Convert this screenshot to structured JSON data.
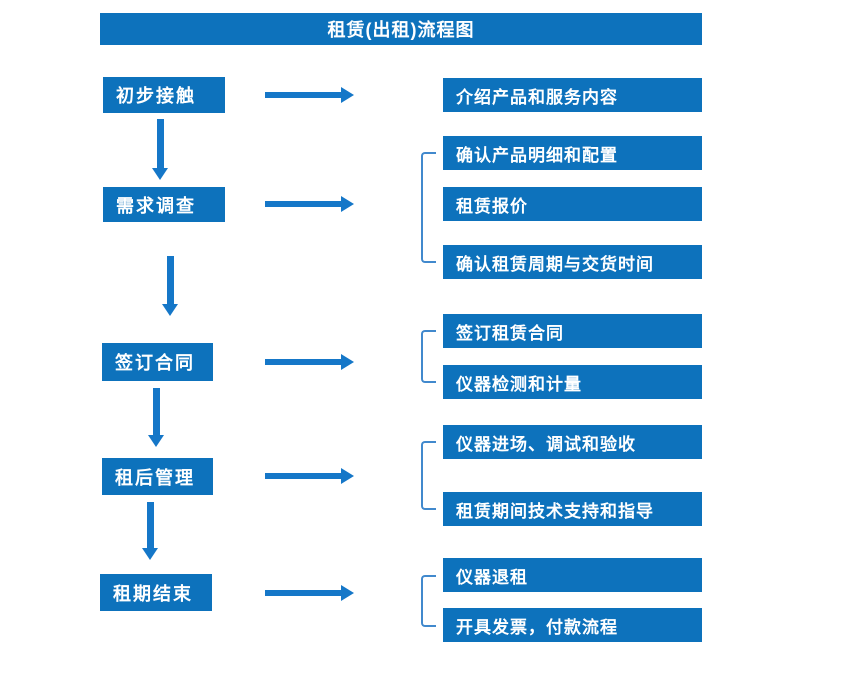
{
  "title": "租赁(出租)流程图",
  "colors": {
    "box": "#0D72BC",
    "arrow": "#1577C8",
    "bracket": "#4189CD",
    "text": "#FFFFFF",
    "background": "#FFFFFF"
  },
  "steps": [
    {
      "label": "初步接触",
      "details": [
        "介绍产品和服务内容"
      ]
    },
    {
      "label": "需求调查",
      "details": [
        "确认产品明细和配置",
        "租赁报价",
        "确认租赁周期与交货时间"
      ]
    },
    {
      "label": "签订合同",
      "details": [
        "签订租赁合同",
        "仪器检测和计量"
      ]
    },
    {
      "label": "租后管理",
      "details": [
        "仪器进场、调试和验收",
        "租赁期间技术支持和指导"
      ]
    },
    {
      "label": "租期结束",
      "details": [
        "仪器退租",
        "开具发票，付款流程"
      ]
    }
  ]
}
